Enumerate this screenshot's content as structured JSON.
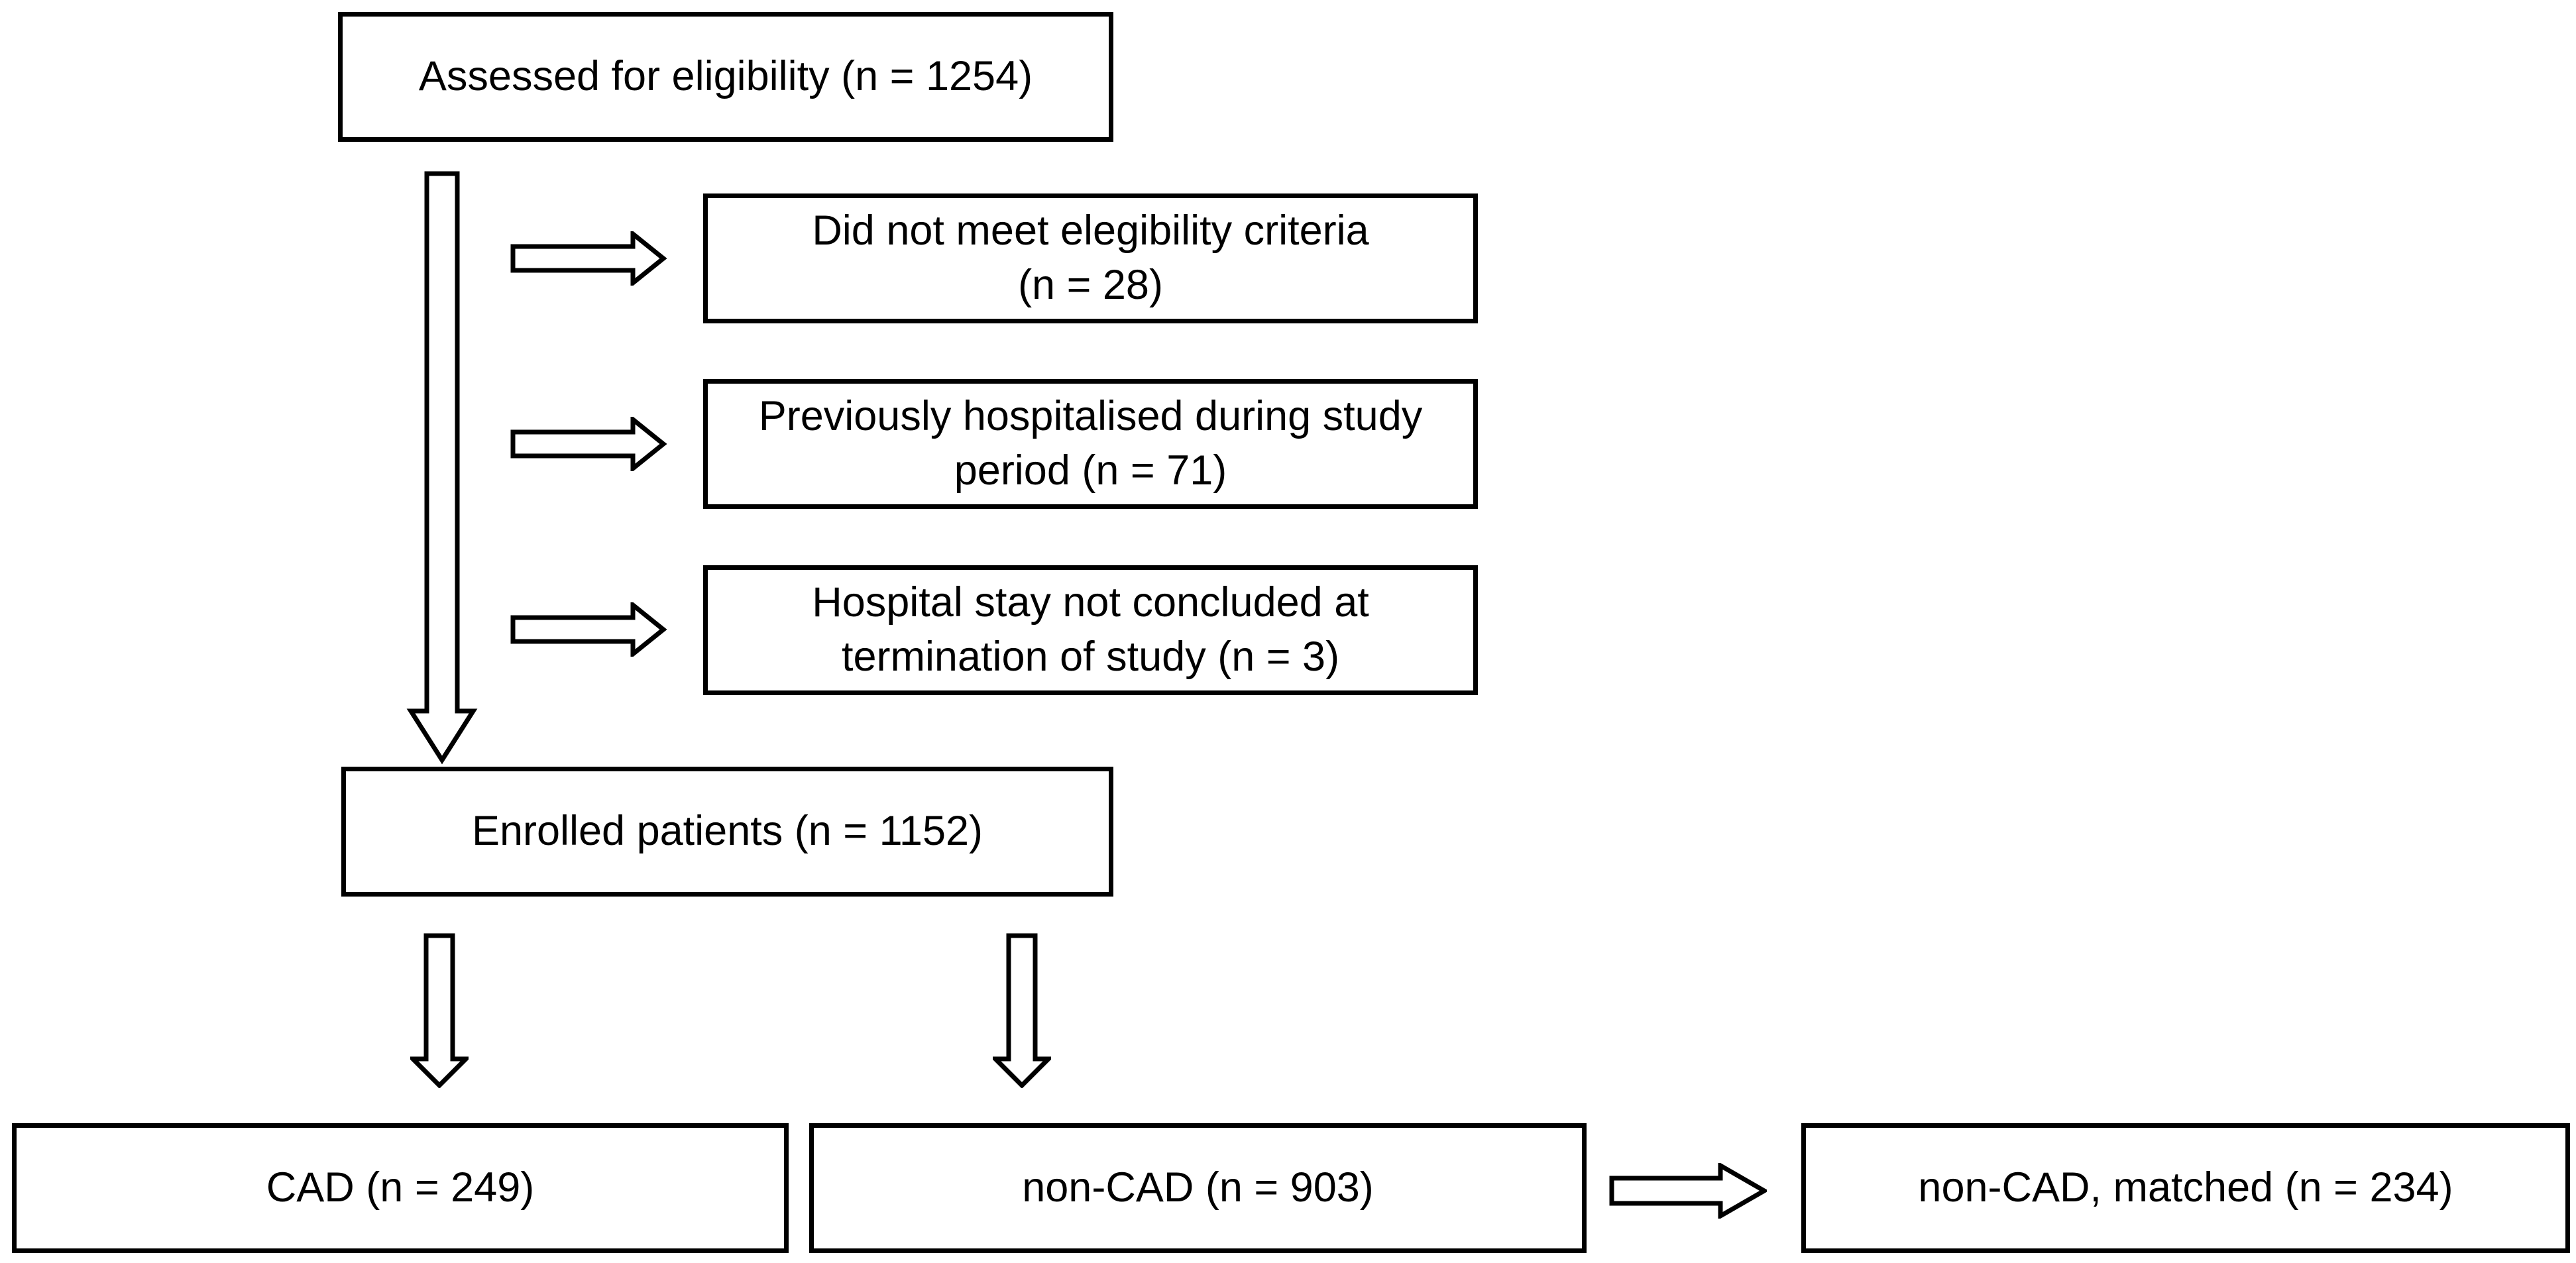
{
  "flowchart": {
    "description": "Patient enrolment flow diagram",
    "colors": {
      "line": "#000000",
      "fill": "#ffffff",
      "background": "#ffffff",
      "text": "#000000"
    },
    "nodes": {
      "assessed": {
        "lines": [
          "Assessed for eligibility (n = 1254)"
        ]
      },
      "excluded1": {
        "lines": [
          "Did not meet elegibility criteria",
          "(n = 28)"
        ]
      },
      "excluded2": {
        "lines": [
          "Previously hospitalised during study",
          "period (n = 71)"
        ]
      },
      "excluded3": {
        "lines": [
          "Hospital stay not concluded at",
          "termination of study (n = 3)"
        ]
      },
      "enrolled": {
        "lines": [
          "Enrolled patients (n = 1152)"
        ]
      },
      "cad": {
        "lines": [
          "CAD (n = 249)"
        ]
      },
      "noncad": {
        "lines": [
          "non-CAD (n = 903)"
        ]
      },
      "matched": {
        "lines": [
          "non-CAD, matched (n = 234)"
        ]
      }
    },
    "arrows": [
      {
        "from": "assessed",
        "to": "enrolled",
        "direction": "down"
      },
      {
        "from": "assessed",
        "to": "excluded1",
        "direction": "right"
      },
      {
        "from": "assessed",
        "to": "excluded2",
        "direction": "right"
      },
      {
        "from": "assessed",
        "to": "excluded3",
        "direction": "right"
      },
      {
        "from": "enrolled",
        "to": "cad",
        "direction": "down"
      },
      {
        "from": "enrolled",
        "to": "noncad",
        "direction": "down"
      },
      {
        "from": "noncad",
        "to": "matched",
        "direction": "right"
      }
    ]
  }
}
